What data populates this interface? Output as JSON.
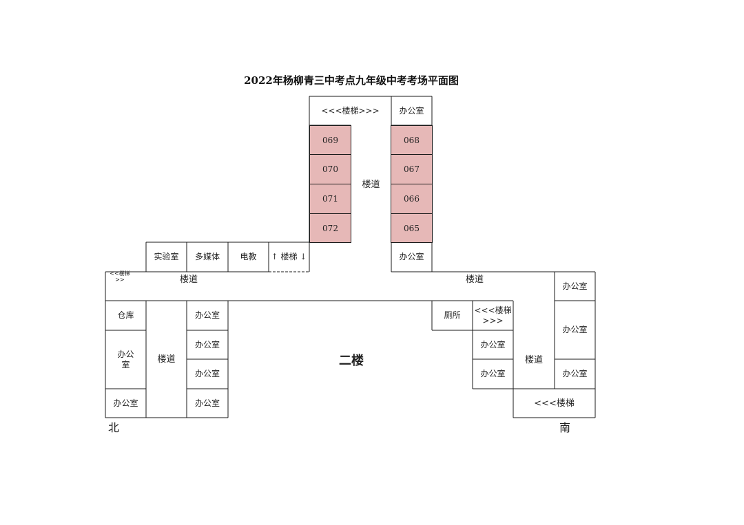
{
  "title": "2022年杨柳青三中考点九年级中考考场平面图",
  "floor_label": "二楼",
  "compass": {
    "north": "北",
    "south": "南"
  },
  "exam_color": "#e6b8b7",
  "rooms": {
    "top_stairs": "<<<楼梯>>>",
    "office_label": "办公室",
    "corridor": "楼道",
    "exam_left": [
      "069",
      "070",
      "071",
      "072"
    ],
    "exam_right": [
      "068",
      "067",
      "066",
      "065"
    ],
    "lab": "实验室",
    "multimedia": "多媒体",
    "av": "电教",
    "stairs_mid": "↑ 楼梯 ↓",
    "stairs_left_small": "<<楼梯>>",
    "storage": "仓库",
    "office_split": "办公\n室",
    "toilet": "厕所",
    "stairs_right": "<<<楼梯\n>>>",
    "stairs_bottom": "<<<楼梯"
  }
}
